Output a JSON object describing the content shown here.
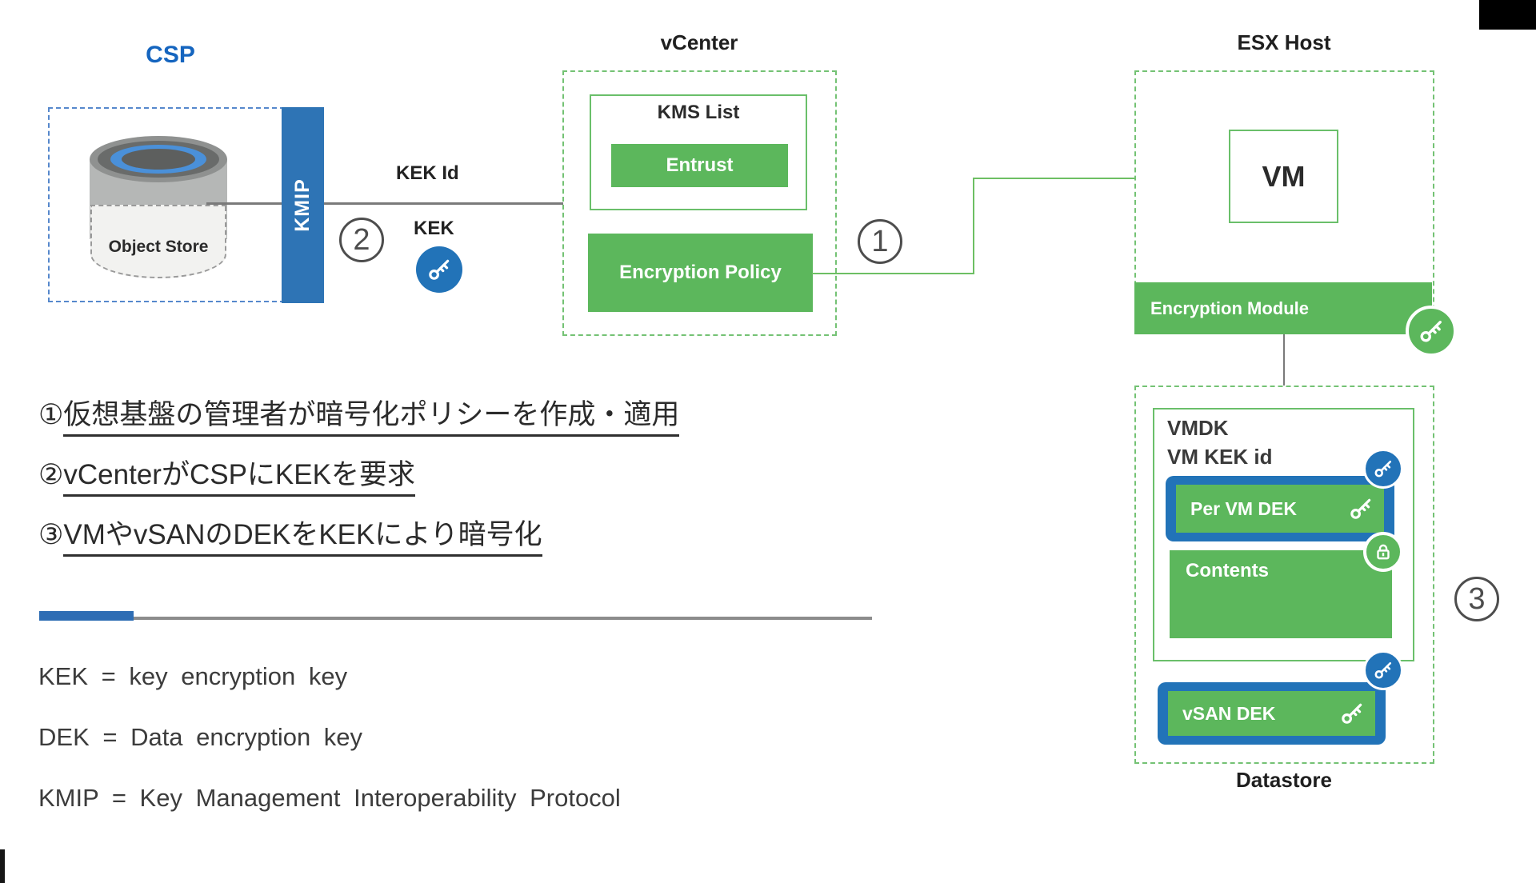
{
  "csp": {
    "label": "CSP",
    "object_store": "Object Store",
    "kmip": "KMIP"
  },
  "flow": {
    "kek_id": "KEK Id",
    "kek": "KEK",
    "badge1": "1",
    "badge2": "2",
    "badge3": "3"
  },
  "vcenter": {
    "title": "vCenter",
    "kms_list": "KMS List",
    "kms_entry": "Entrust",
    "policy": "Encryption Policy"
  },
  "esx": {
    "title": "ESX Host",
    "vm": "VM",
    "module": "Encryption Module"
  },
  "datastore": {
    "title": "Datastore",
    "vmdk": "VMDK",
    "vm_kek_id": "VM KEK id",
    "per_vm_dek": "Per VM DEK",
    "contents": "Contents",
    "vsan_dek": "vSAN DEK"
  },
  "steps": [
    {
      "num": "①",
      "text": "仮想基盤の管理者が暗号化ポリシーを作成・適用"
    },
    {
      "num": "②",
      "text": "vCenterがCSPにKEKを要求"
    },
    {
      "num": "③",
      "text": "VMやvSANのDEKをKEKにより暗号化"
    }
  ],
  "legend": [
    "KEK = key encryption key",
    "DEK = Data encryption key",
    "KMIP = Key Management Interoperability Protocol"
  ],
  "colors": {
    "green_fill": "#5cb75c",
    "green_dash": "#74c274",
    "blue_accent": "#2273b8",
    "kmip_bar_blue": "#2e74b5",
    "csp_label_blue": "#1565bf",
    "divider_blue": "#2e6db4",
    "connector_gray": "#7a7a7a"
  }
}
